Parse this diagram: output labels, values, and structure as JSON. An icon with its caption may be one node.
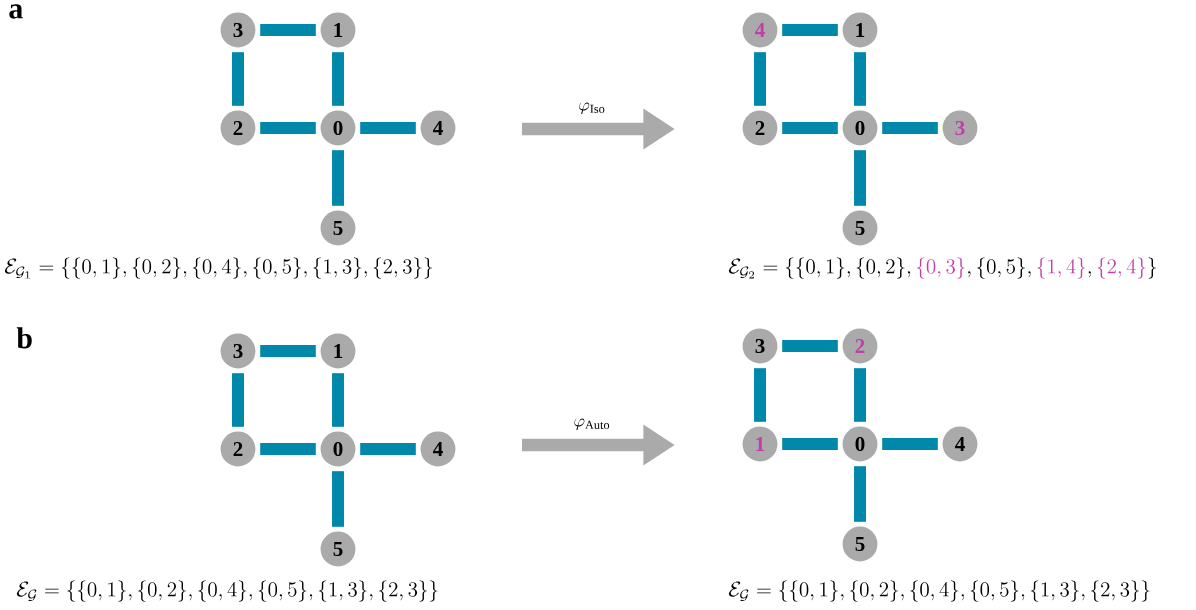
{
  "diagram": {
    "nodes": [
      {
        "text": [
          "3"
        ]
      },
      {
        "text": [
          "1"
        ]
      },
      {
        "text": [
          "2"
        ]
      },
      {
        "text": [
          "0"
        ]
      },
      {
        "text": [
          "4"
        ]
      },
      {
        "text": [
          "5"
        ]
      },
      {
        "text": [
          "4"
        ]
      },
      {
        "text": [
          "1"
        ]
      },
      {
        "text": [
          "2"
        ]
      },
      {
        "text": [
          "0"
        ]
      },
      {
        "text": [
          "3"
        ]
      },
      {
        "text": [
          "5"
        ]
      },
      {
        "text": [
          "3"
        ]
      },
      {
        "text": [
          "1"
        ]
      },
      {
        "text": [
          "2"
        ]
      },
      {
        "text": [
          "0"
        ]
      },
      {
        "text": [
          "4"
        ]
      },
      {
        "text": [
          "5"
        ]
      },
      {
        "text": [
          "3"
        ]
      },
      {
        "text": [
          "2"
        ]
      },
      {
        "text": [
          "1"
        ]
      },
      {
        "text": [
          "0"
        ]
      },
      {
        "text": [
          "4"
        ]
      },
      {
        "text": [
          "5"
        ]
      }
    ],
    "edges": [
      {
        "from": 0,
        "to": 1,
        "arrow": "none"
      },
      {
        "from": 0,
        "to": 2,
        "arrow": "none"
      },
      {
        "from": 1,
        "to": 3,
        "arrow": "none"
      },
      {
        "from": 2,
        "to": 3,
        "arrow": "none"
      },
      {
        "from": 3,
        "to": 4,
        "arrow": "none"
      },
      {
        "from": 3,
        "to": 5,
        "arrow": "none"
      },
      {
        "from": 6,
        "to": 7,
        "arrow": "none"
      },
      {
        "from": 6,
        "to": 8,
        "arrow": "none"
      },
      {
        "from": 7,
        "to": 9,
        "arrow": "none"
      },
      {
        "from": 8,
        "to": 9,
        "arrow": "none"
      },
      {
        "from": 9,
        "to": 10,
        "arrow": "none"
      },
      {
        "from": 9,
        "to": 11,
        "arrow": "none"
      },
      {
        "from": 12,
        "to": 13,
        "arrow": "none"
      },
      {
        "from": 12,
        "to": 14,
        "arrow": "none"
      },
      {
        "from": 13,
        "to": 15,
        "arrow": "none"
      },
      {
        "from": 14,
        "to": 15,
        "arrow": "none"
      },
      {
        "from": 15,
        "to": 16,
        "arrow": "none"
      },
      {
        "from": 15,
        "to": 17,
        "arrow": "none"
      },
      {
        "from": 18,
        "to": 19,
        "arrow": "none"
      },
      {
        "from": 18,
        "to": 20,
        "arrow": "none"
      },
      {
        "from": 19,
        "to": 21,
        "arrow": "none"
      },
      {
        "from": 20,
        "to": 21,
        "arrow": "none"
      },
      {
        "from": 21,
        "to": 22,
        "arrow": "none"
      },
      {
        "from": 21,
        "to": 23,
        "arrow": "none"
      }
    ],
    "labels": [
      "a",
      "\\varphi_{\\mathrm{Iso}}",
      "\\mathcal{E}_{\\mathcal{G}_1}=\\{\\{0,1\\},\\{0,2\\},\\{0,4\\},\\{0,5\\},\\{1,3\\},\\{2,3\\}\\}",
      "\\mathcal{E}_{\\mathcal{G}_2}=\\{\\{0,1\\},\\{0,2\\},\\textcolor[HTML]{C03FA8}{\\{0,3\\}},\\{0,5\\},\\textcolor[HTML]{C03FA8}{\\{1,4\\}},\\textcolor[HTML]{C03FA8}{\\{2,4\\}}\\}",
      "b",
      "\\varphi_{\\mathrm{Auto}}",
      "\\mathcal{E}_{\\mathcal{G}}=\\{\\{0,1\\},\\{0,2\\},\\{0,4\\},\\{0,5\\},\\{1,3\\},\\{2,3\\}\\}",
      "\\mathcal{E}_{\\mathcal{G}}=\\{\\{0,1\\},\\{0,2\\},\\{0,4\\},\\{0,5\\},\\{1,3\\},\\{2,3\\}\\}"
    ]
  }
}
